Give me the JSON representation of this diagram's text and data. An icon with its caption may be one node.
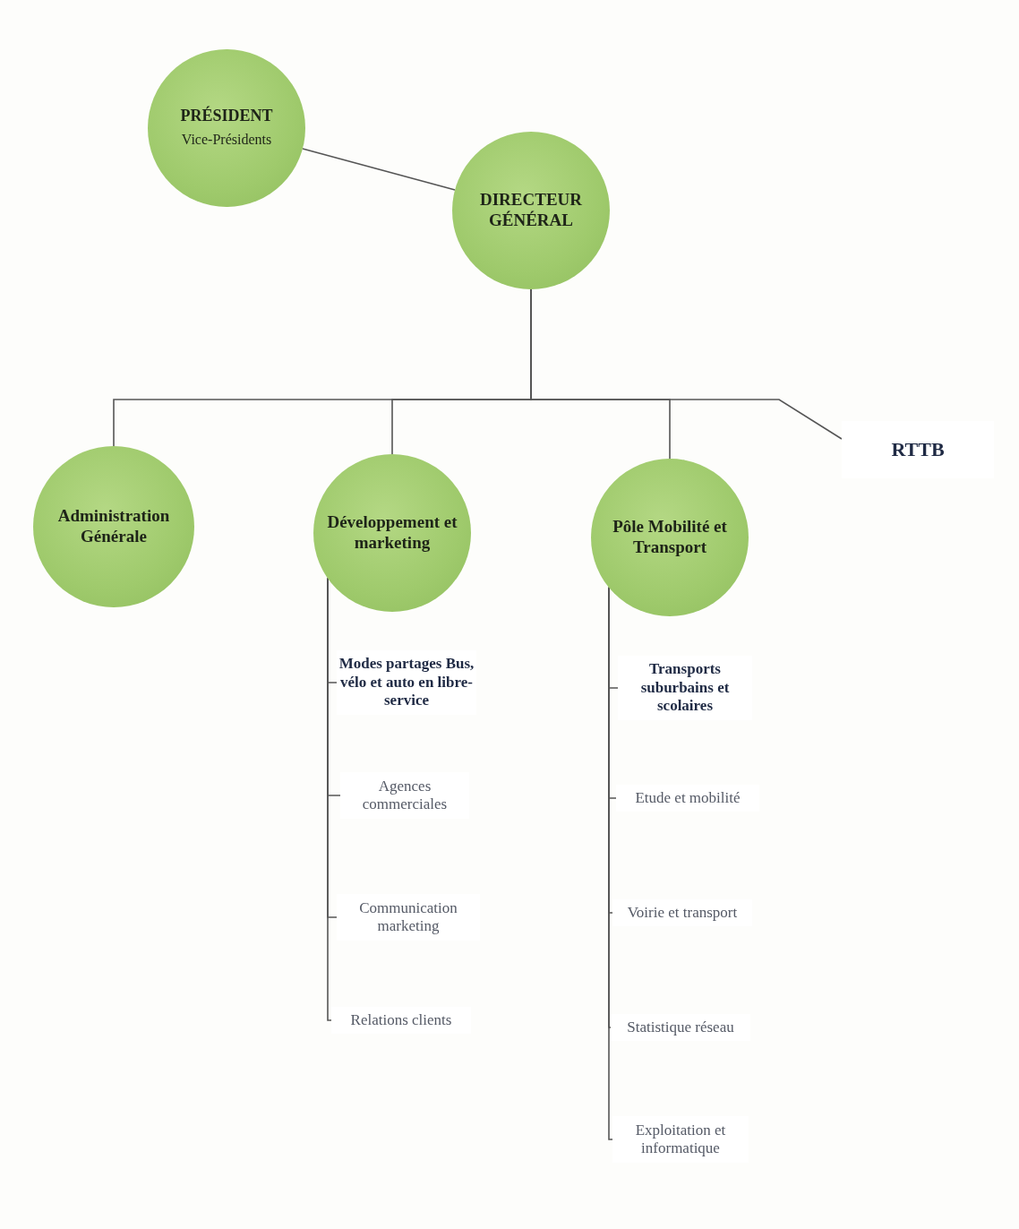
{
  "diagram": {
    "nodes": [
      {
        "text": [
          "PRÉSIDENT",
          "Vice-Présidents"
        ]
      },
      {
        "text": [
          "DIRECTEUR GÉNÉRAL"
        ]
      },
      {
        "text": [
          "Administration Générale"
        ]
      },
      {
        "text": [
          "Développement et marketing"
        ]
      },
      {
        "text": [
          "Pôle Mobilité et Transport"
        ]
      },
      {
        "text": [
          "RTTB"
        ]
      },
      {
        "text": [
          "Modes partages Bus, vélo et auto en libre-service"
        ]
      },
      {
        "text": [
          "Agences commerciales"
        ]
      },
      {
        "text": [
          "Communication marketing"
        ]
      },
      {
        "text": [
          "Relations clients"
        ]
      },
      {
        "text": [
          "Transports suburbains et scolaires"
        ]
      },
      {
        "text": [
          "Etude et mobilité"
        ]
      },
      {
        "text": [
          "Voirie et transport"
        ]
      },
      {
        "text": [
          "Statistique réseau"
        ]
      },
      {
        "text": [
          "Exploitation et informatique"
        ]
      }
    ],
    "edges": [
      {
        "from": 0,
        "to": 1,
        "arrow": "none"
      },
      {
        "from": 1,
        "to": 2,
        "arrow": "none"
      },
      {
        "from": 1,
        "to": 3,
        "arrow": "none"
      },
      {
        "from": 1,
        "to": 4,
        "arrow": "none"
      },
      {
        "from": 1,
        "to": 5,
        "arrow": "none"
      },
      {
        "from": 3,
        "to": 6,
        "arrow": "none"
      },
      {
        "from": 3,
        "to": 7,
        "arrow": "none"
      },
      {
        "from": 3,
        "to": 8,
        "arrow": "none"
      },
      {
        "from": 3,
        "to": 9,
        "arrow": "none"
      },
      {
        "from": 4,
        "to": 10,
        "arrow": "none"
      },
      {
        "from": 4,
        "to": 11,
        "arrow": "none"
      },
      {
        "from": 4,
        "to": 12,
        "arrow": "none"
      },
      {
        "from": 4,
        "to": 13,
        "arrow": "none"
      },
      {
        "from": 4,
        "to": 14,
        "arrow": "none"
      }
    ]
  }
}
